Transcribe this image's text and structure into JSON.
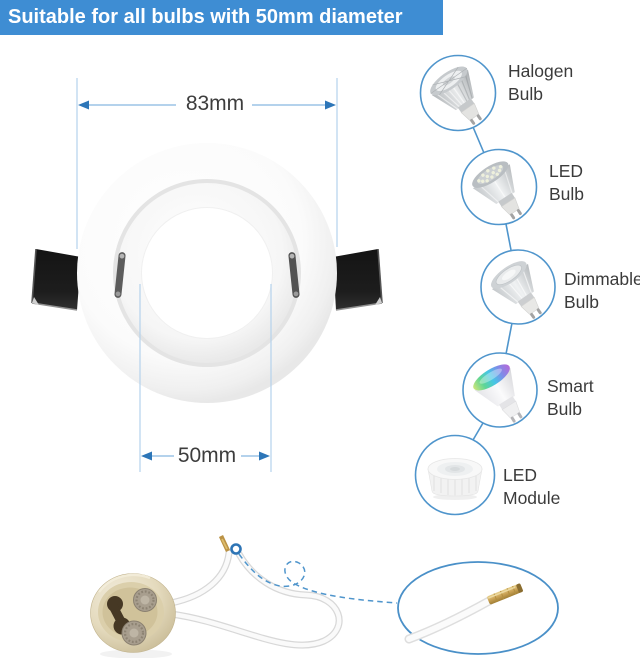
{
  "header": {
    "title": "Suitable for all bulbs with 50mm diameter",
    "bg_color": "#3e8dd3",
    "text_color": "#ffffff"
  },
  "fixture": {
    "product": "recessed-downlight-frame",
    "outer_diameter_label": "83mm",
    "inner_diameter_label": "50mm"
  },
  "bulb_options": [
    {
      "id": "halogen",
      "line1": "Halogen",
      "line2": "Bulb",
      "icon": "halogen-bulb-icon"
    },
    {
      "id": "led",
      "line1": "LED",
      "line2": "Bulb",
      "icon": "led-bulb-icon"
    },
    {
      "id": "dimmable",
      "line1": "Dimmable",
      "line2": "Bulb",
      "icon": "dimmable-bulb-icon"
    },
    {
      "id": "smart",
      "line1": "Smart",
      "line2": "Bulb",
      "icon": "smart-bulb-icon"
    },
    {
      "id": "module",
      "line1": "LED",
      "line2": "Module",
      "icon": "led-module-icon"
    }
  ],
  "accessories": [
    {
      "icon": "gu10-socket-icon"
    },
    {
      "icon": "wire-tip-magnifier-icon"
    },
    {
      "icon": "dashed-connector-icon"
    }
  ],
  "colors": {
    "accent_blue": "#4f95cc",
    "dimension_line": "#9cc3e5",
    "guide_line": "#b5d2ec",
    "arrowhead": "#2d76b8",
    "label_text": "#3b3b3b",
    "clip_black": "#181818",
    "socket_ceramic": "#e0d5b8"
  }
}
